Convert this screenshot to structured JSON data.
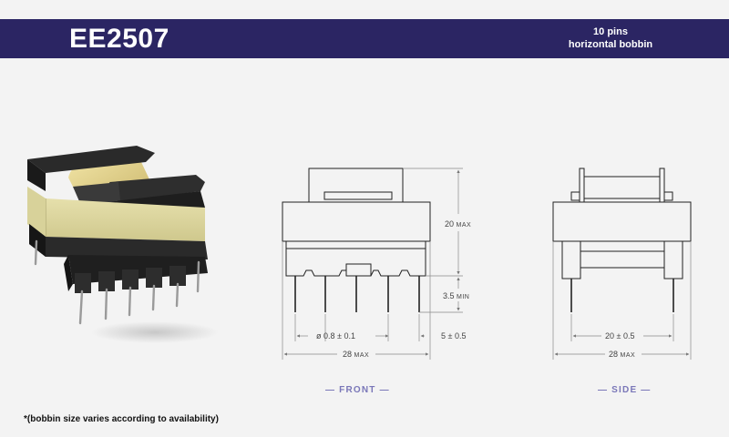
{
  "header": {
    "title": "EE2507",
    "subtitle_line1": "10 pins",
    "subtitle_line2": "horizontal bobbin",
    "background_color": "#2b2563"
  },
  "front_view": {
    "label": "— FRONT —",
    "dim_height_value": "20",
    "dim_height_suffix": "MAX",
    "dim_pin_length_value": "3.5",
    "dim_pin_length_suffix": "MIN",
    "dim_pin_diameter": "ø 0.8 ± 0.1",
    "dim_pin_pitch": "5 ± 0.5",
    "dim_width_value": "28",
    "dim_width_suffix": "MAX"
  },
  "side_view": {
    "label": "— SIDE —",
    "dim_row_spacing": "20 ± 0.5",
    "dim_width_value": "28",
    "dim_width_suffix": "MAX"
  },
  "footnote": "*(bobbin size varies according to availability)",
  "photo": {
    "icon": "transformer-photo"
  },
  "colors": {
    "accent_label": "#7a77b8",
    "line": "#222222",
    "dim_line": "#888888"
  }
}
